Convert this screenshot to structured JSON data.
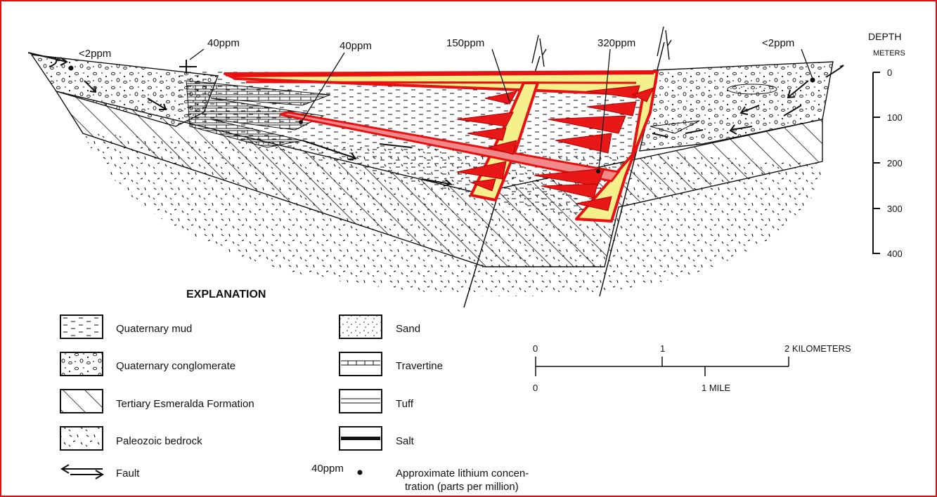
{
  "concentrations": {
    "c1": "<2ppm",
    "c2": "40ppm",
    "c3": "40ppm",
    "c4": "150ppm",
    "c5": "320ppm",
    "c6": "<2ppm"
  },
  "depth_scale": {
    "title": "DEPTH",
    "unit": "METERS",
    "ticks": [
      "0",
      "100",
      "200",
      "300",
      "400"
    ]
  },
  "explanation": {
    "title": "EXPLANATION",
    "items": [
      {
        "label": "Quaternary mud"
      },
      {
        "label": "Quaternary conglomerate"
      },
      {
        "label": "Tertiary Esmeralda Formation"
      },
      {
        "label": "Paleozoic bedrock"
      },
      {
        "label": "Fault"
      },
      {
        "label": "Sand"
      },
      {
        "label": "Travertine"
      },
      {
        "label": "Tuff"
      },
      {
        "label": "Salt"
      }
    ],
    "lithium_sample": "40ppm",
    "lithium_line1": "Approximate lithium concen-",
    "lithium_line2": "tration (parts per million)"
  },
  "scale_bar": {
    "km_ticks": [
      "0",
      "1",
      "2 KILOMETERS"
    ],
    "mile_ticks": [
      "0",
      "1 MILE"
    ]
  },
  "colors": {
    "frame": "#e01010",
    "highlight_fill": "#f4f08c",
    "highlight_stroke": "#e81010",
    "lithium_spikes": "#e81818"
  }
}
